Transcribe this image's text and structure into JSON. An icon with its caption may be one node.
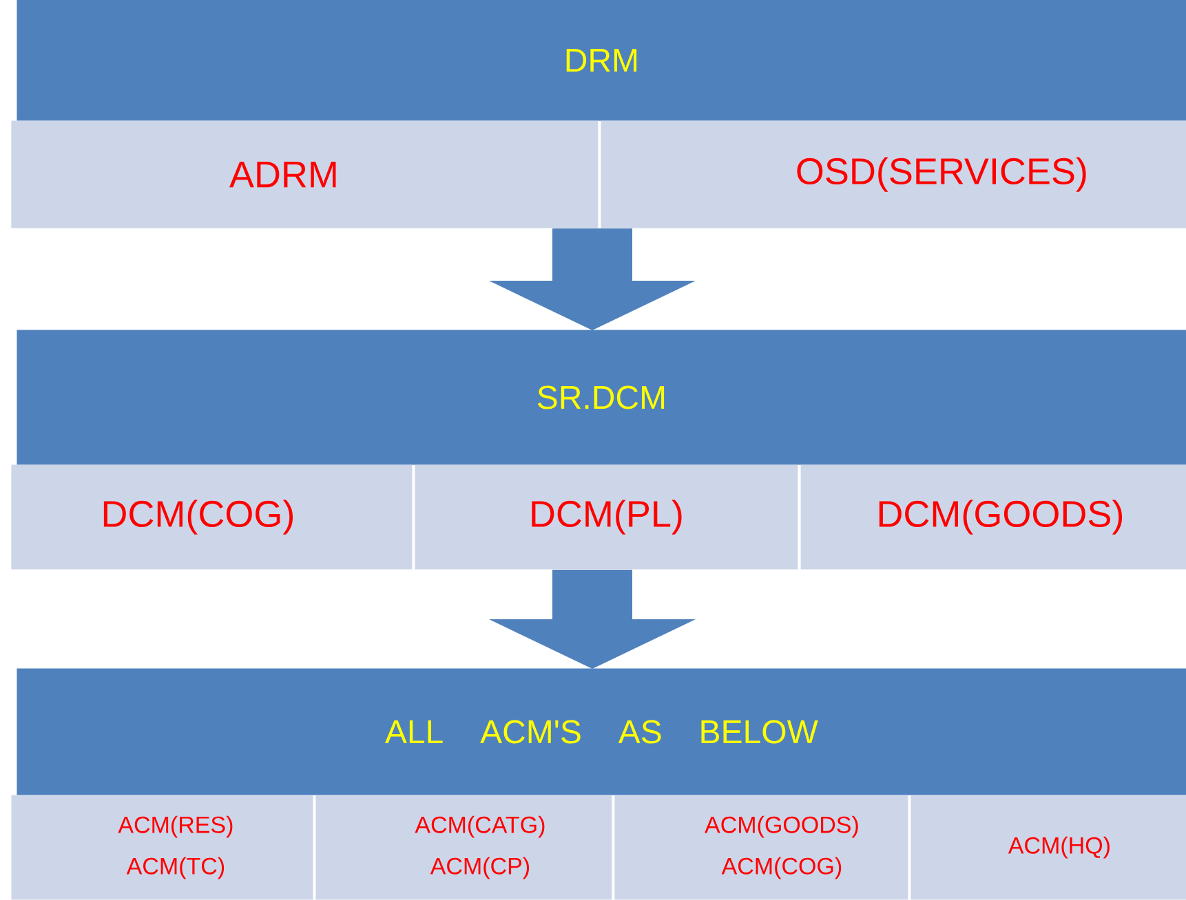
{
  "diagram": {
    "nodes": [
      {
        "text": [
          "DRM"
        ]
      },
      {
        "text": [
          "ADRM"
        ]
      },
      {
        "text": [
          "OSD(SERVICES)"
        ]
      },
      {
        "text": [
          "SR.DCM"
        ]
      },
      {
        "text": [
          "DCM(COG)"
        ]
      },
      {
        "text": [
          "DCM(PL)"
        ]
      },
      {
        "text": [
          "DCM(GOODS)"
        ]
      },
      {
        "text": [
          "ALL ACM'S AS BELOW"
        ]
      },
      {
        "text": [
          "ACM(RES)",
          "ACM(TC)"
        ]
      },
      {
        "text": [
          "ACM(CATG)",
          "ACM(CP)"
        ]
      },
      {
        "text": [
          "ACM(GOODS)",
          "ACM(COG)"
        ]
      },
      {
        "text": [
          "ACM(HQ)"
        ]
      }
    ],
    "edges": [
      {
        "from": 1,
        "to": 3,
        "arrow": "to"
      },
      {
        "from": 5,
        "to": 7,
        "arrow": "to"
      }
    ]
  }
}
